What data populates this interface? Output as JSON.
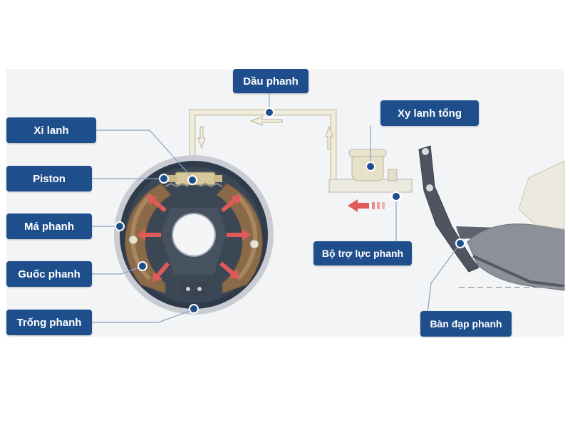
{
  "colors": {
    "label_bg": "#1f4e8c",
    "label_text": "#ffffff",
    "leader_line": "#8aa4c2",
    "dot": "#1f4e8c",
    "arrow_red": "#e05a5a",
    "pipe": "#f0eddc",
    "drum_dark": "#2f3b4a",
    "shoe": "#8b6a4a"
  },
  "labels": {
    "dau_phanh": "Dầu phanh",
    "xy_lanh_tong": "Xy lanh tổng",
    "xi_lanh": "Xi lanh",
    "piston": "Piston",
    "ma_phanh": "Má phanh",
    "guoc_phanh": "Guốc phanh",
    "trong_phanh": "Trống phanh",
    "bo_tro_luc_phanh": "Bộ trợ lực phanh",
    "ban_dap_phanh": "Bàn đạp phanh"
  },
  "icons": {
    "flow_arrows": "arrow-icon",
    "force_arrows": "force-arrow-icon"
  }
}
